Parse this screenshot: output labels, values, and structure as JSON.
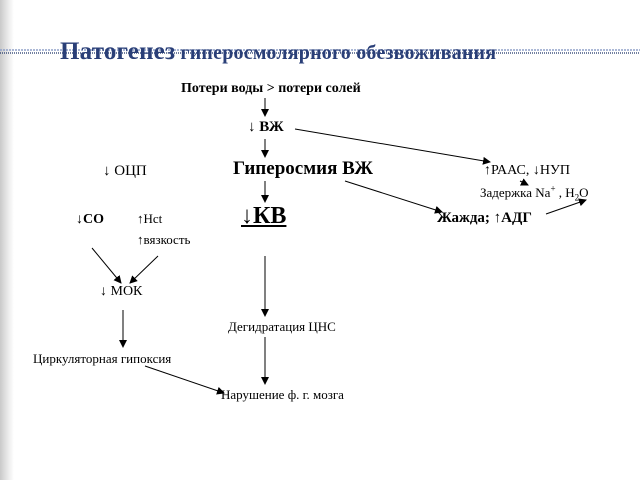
{
  "title": {
    "part1": "Патогенез",
    "part2": " гиперосмолярного обезвоживания"
  },
  "nodes": {
    "loss": "Потери воды > потери солей",
    "vzh": "↓ ВЖ",
    "ocp": "↓ ОЦП",
    "hyperosmia": "Гиперосмия ВЖ",
    "raas": "↑РААС, ↓НУП",
    "sodium": {
      "prefix": "Задержка Na",
      "sup": "+",
      "mid": " , H",
      "sub": "2",
      "suffix": "O"
    },
    "co": "↓CO",
    "hct": "↑Hct",
    "kv": "↓КВ",
    "thirst": "Жажда; ↑АДГ",
    "viscosity": "↑вязкость",
    "mok": "↓ МОК",
    "cns_dehydration": "Дегидратация ЦНС",
    "hypoxia": "Циркуляторная гипоксия",
    "brain": "Нарушение ф. г. мозга"
  },
  "colors": {
    "title": "#2a3f78",
    "rule_dark": "#1f3567",
    "rule_light": "#8fa0c8",
    "arrow": "#000000"
  }
}
